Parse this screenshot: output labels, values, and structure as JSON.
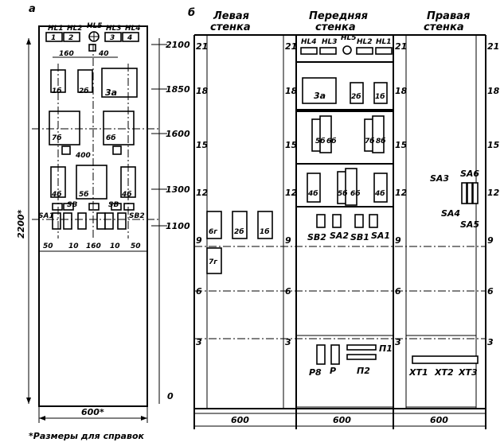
{
  "panel_a": {
    "tag": "а",
    "lamps": [
      "HL1",
      "HL2",
      "HL5",
      "HL3",
      "HL4"
    ],
    "lamp_digits": [
      "1",
      "2",
      "3",
      "4"
    ],
    "heights": [
      "2100",
      "1850",
      "1600",
      "1300",
      "1100",
      "0"
    ],
    "total_height": "2200*",
    "width": "600*",
    "dims": {
      "d160": "160",
      "d40": "40",
      "d400": "400"
    },
    "bottom_dims": [
      "50",
      "10",
      "160",
      "10",
      "50"
    ],
    "units": [
      "1б",
      "2б",
      "3а",
      "7б",
      "6б",
      "4б",
      "5б",
      "4б"
    ],
    "switches": [
      "SA1",
      "SB",
      "SB",
      "SB2"
    ],
    "footnote": "*Размеры для справок"
  },
  "panel_b": {
    "tag": "б",
    "wall_titles": {
      "left": [
        "Левая",
        "стенка"
      ],
      "front": [
        "Передняя",
        "стенка"
      ],
      "right": [
        "Правая",
        "стенка"
      ]
    },
    "row_marks": [
      "21",
      "18",
      "15",
      "12",
      "9",
      "6",
      "3"
    ],
    "widths": [
      "600",
      "600",
      "600"
    ],
    "left_units": [
      "6г",
      "2б",
      "1б",
      "7г"
    ],
    "front_lamps": [
      "HL4",
      "HL3",
      "HL5",
      "HL2",
      "HL1"
    ],
    "front_units_r1": [
      "3а",
      "2б",
      "1б"
    ],
    "front_units_r2": [
      "5б",
      "6б",
      "7б",
      "8б"
    ],
    "front_units_r3": [
      "4б",
      "5б",
      "6б",
      "4б"
    ],
    "front_switches": [
      "SB2",
      "SA2",
      "SB1",
      "SA1"
    ],
    "front_bottom": [
      "П1",
      "Р",
      "П2",
      "Р8"
    ],
    "right_switches": [
      "SA3",
      "SA6",
      "SA4",
      "SA5"
    ],
    "terminals": [
      "ХТ1",
      "ХТ2",
      "ХТ3"
    ]
  }
}
